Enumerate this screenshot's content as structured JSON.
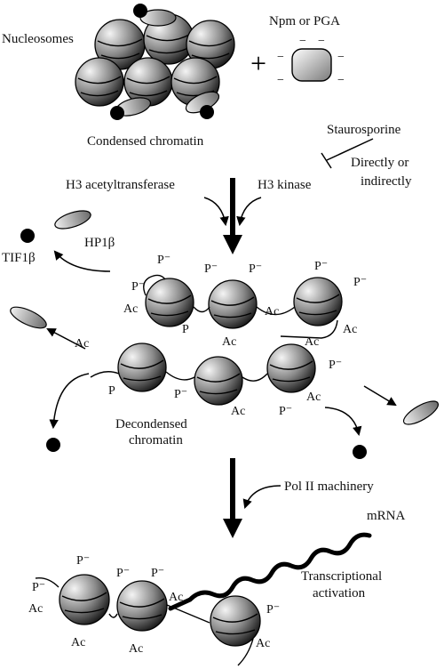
{
  "labels": {
    "nucleosomes": "Nucleosomes",
    "npm_pga": "Npm or PGA",
    "plus": "+",
    "condensed": "Condensed chromatin",
    "staurosporine": "Staurosporine",
    "directly": "Directly or",
    "indirectly": "indirectly",
    "h3_acetyl": "H3 acetyltransferase",
    "h3_kinase": "H3 kinase",
    "tif1b": "TIF1β",
    "hp1b": "HP1β",
    "decondensed_1": "Decondensed",
    "decondensed_2": "chromatin",
    "pol2": "Pol II machinery",
    "mrna": "mRNA",
    "transcriptional": "Transcriptional",
    "activation": "activation"
  },
  "marks": {
    "ac": "Ac",
    "p": "P",
    "p_minus": "P⁻",
    "minus": "−"
  }
}
